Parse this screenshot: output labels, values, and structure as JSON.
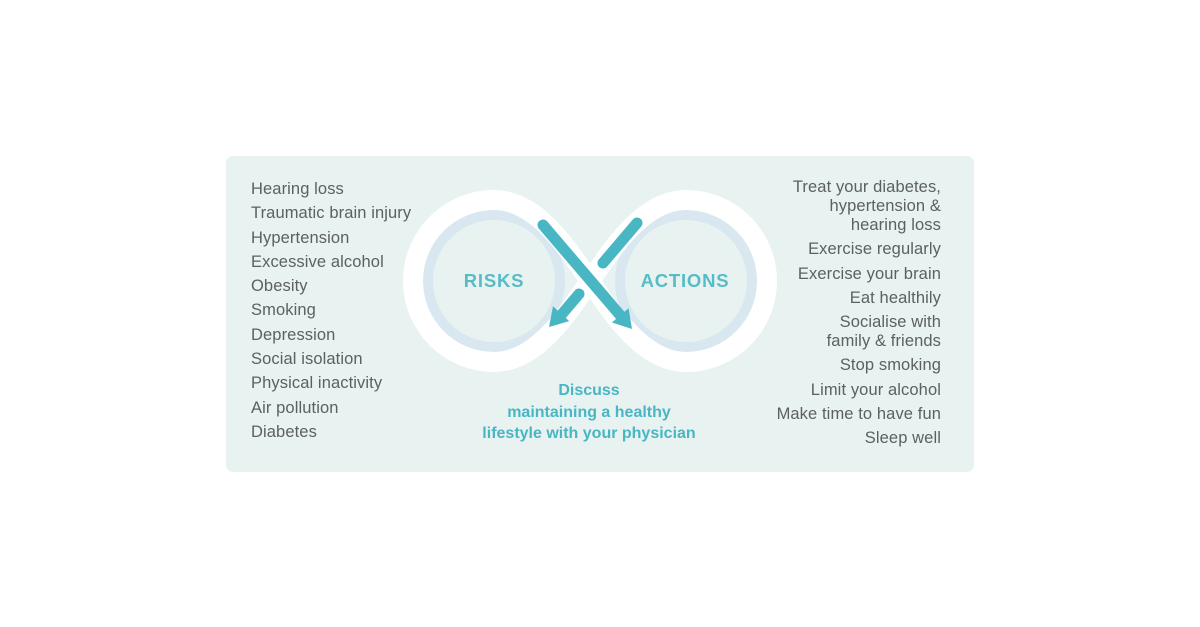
{
  "panel": {
    "risks": {
      "items": [
        "Hearing loss",
        "Traumatic brain injury",
        "Hypertension",
        "Excessive alcohol",
        "Obesity",
        "Smoking",
        "Depression",
        "Social isolation",
        "Physical inactivity",
        "Air pollution",
        "Diabetes"
      ]
    },
    "actions": {
      "items": [
        [
          "Treat your diabetes,",
          "hypertension &",
          "hearing loss"
        ],
        [
          "Exercise regularly"
        ],
        [
          "Exercise your brain"
        ],
        [
          "Eat healthily"
        ],
        [
          "Socialise with",
          "family & friends"
        ],
        [
          "Stop smoking"
        ],
        [
          "Limit your alcohol"
        ],
        [
          "Make time to have fun"
        ],
        [
          "Sleep well"
        ]
      ]
    },
    "loop_labels": {
      "risks": "RISKS",
      "actions": "ACTIONS"
    },
    "footer": {
      "lines": [
        "Discuss",
        "maintaining a healthy",
        "lifestyle with your physician"
      ]
    }
  },
  "icons": {
    "infinity_loop": "infinity-loop-diagram",
    "cross_arrows": "risks-actions-cross-arrows"
  },
  "colors": {
    "panel_bg": "#e8f2f0",
    "ring_blue": "#d8e7f0",
    "band_white": "#ffffff",
    "arrow_teal": "#48b6c3",
    "label_teal": "#58bcc7",
    "list_text_gray": "#5d6063"
  }
}
